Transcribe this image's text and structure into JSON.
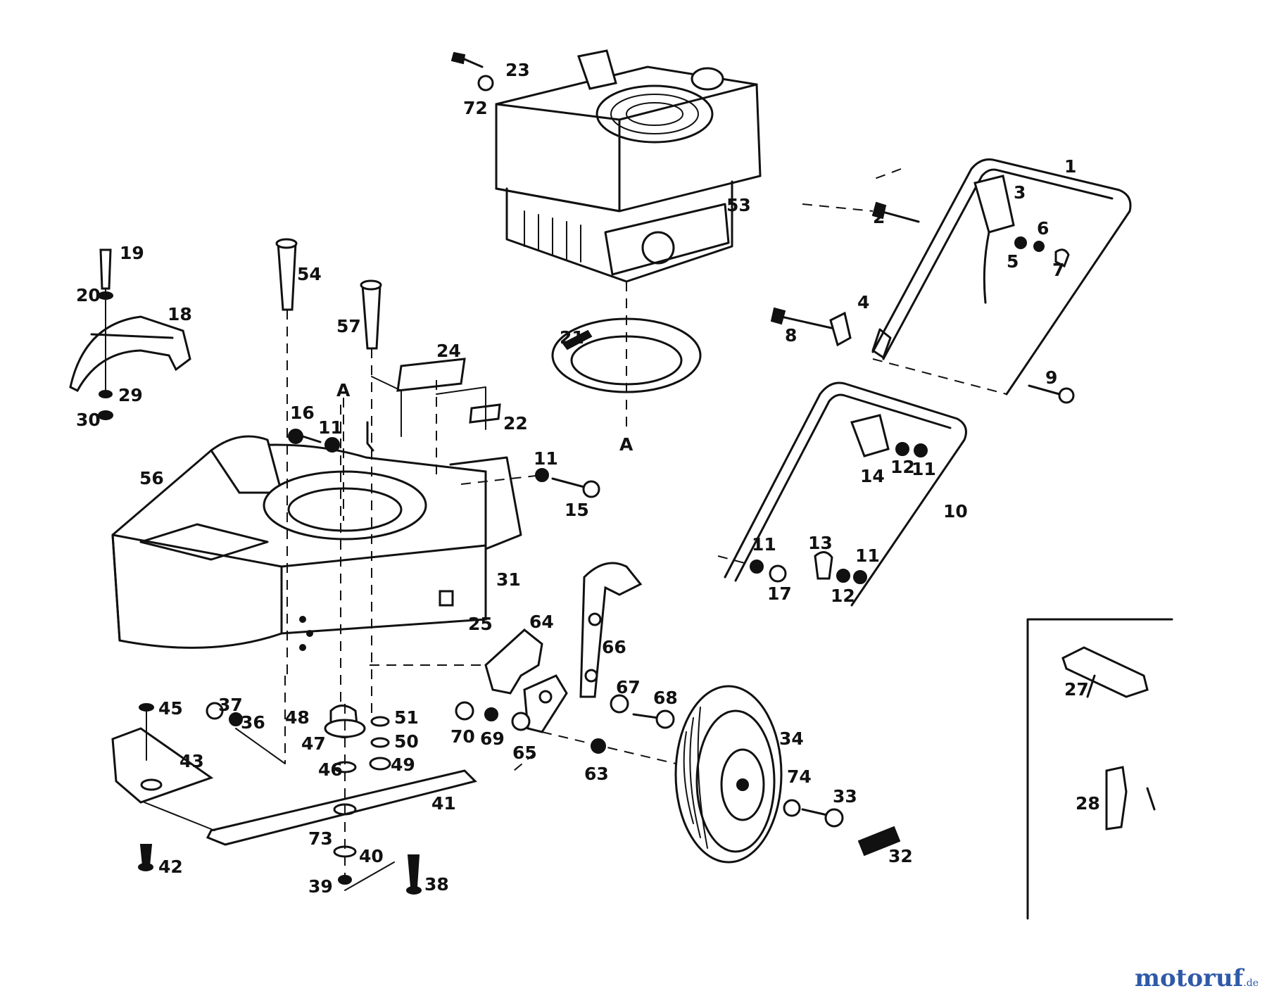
{
  "parts": {
    "p1": "1",
    "p2": "2",
    "p3": "3",
    "p4": "4",
    "p5": "5",
    "p6": "6",
    "p7": "7",
    "p8": "8",
    "p9": "9",
    "p10": "10",
    "p11a": "11",
    "p11b": "11",
    "p11c": "11",
    "p11d": "11",
    "p11e": "11",
    "p12a": "12",
    "p12b": "12",
    "p13": "13",
    "p14": "14",
    "p15": "15",
    "p16": "16",
    "p17": "17",
    "p18": "18",
    "p19": "19",
    "p20": "20",
    "p21": "21",
    "p22": "22",
    "p23": "23",
    "p24": "24",
    "p25": "25",
    "p27": "27",
    "p28": "28",
    "p29": "29",
    "p30": "30",
    "p31": "31",
    "p32": "32",
    "p33": "33",
    "p34": "34",
    "p36": "36",
    "p37": "37",
    "p38": "38",
    "p39": "39",
    "p40": "40",
    "p41": "41",
    "p42": "42",
    "p43": "43",
    "p45": "45",
    "p46": "46",
    "p47": "47",
    "p48": "48",
    "p49": "49",
    "p50": "50",
    "p51": "51",
    "p53": "53",
    "p54": "54",
    "p56": "56",
    "p57": "57",
    "p63": "63",
    "p64": "64",
    "p65": "65",
    "p66": "66",
    "p67": "67",
    "p68": "68",
    "p69": "69",
    "p70": "70",
    "p72": "72",
    "p73": "73",
    "p74": "74",
    "pA1": "A",
    "pA2": "A"
  },
  "watermark": {
    "brand": "motoruf",
    "tld": ".de"
  }
}
